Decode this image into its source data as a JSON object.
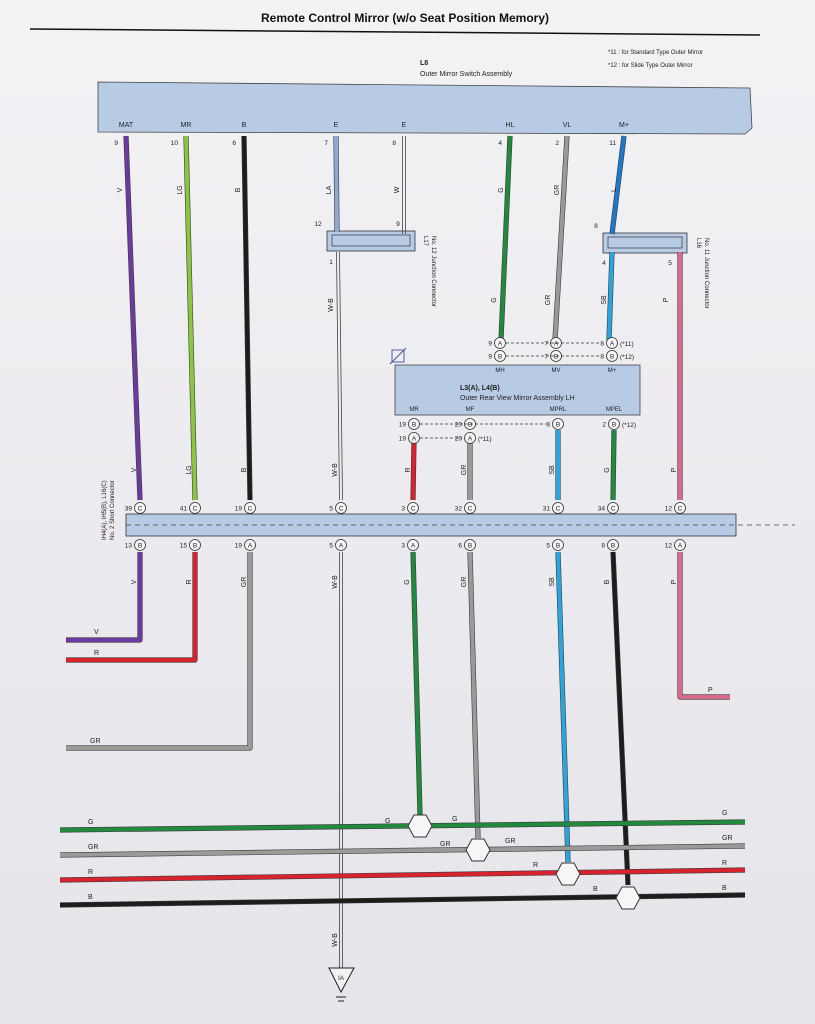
{
  "title": "Remote Control Mirror (w/o Seat Position Memory)",
  "notes": [
    "*11 : for Standard Type Outer Mirror",
    "*12 : for Slide Type Outer Mirror"
  ],
  "switch_assembly": {
    "code": "L8",
    "name": "Outer Mirror Switch Assembly",
    "terminals": [
      {
        "name": "MAT",
        "pin": "9",
        "wire": "V"
      },
      {
        "name": "MR",
        "pin": "10",
        "wire": "LG"
      },
      {
        "name": "B",
        "pin": "6",
        "wire": "B"
      },
      {
        "name": "E",
        "pin": "7",
        "wire": "LA"
      },
      {
        "name": "E",
        "pin": "8",
        "wire": "W"
      },
      {
        "name": "HL",
        "pin": "4",
        "wire": "G"
      },
      {
        "name": "VL",
        "pin": "2",
        "wire": "GR"
      },
      {
        "name": "M+",
        "pin": "11",
        "wire": "L"
      }
    ]
  },
  "junction_l17": {
    "code": "L17",
    "name": "No. 12 Junction Connector",
    "pins": [
      "12",
      "9",
      "1"
    ],
    "out_wire": "W-B"
  },
  "junction_l16": {
    "code": "L16",
    "name": "No. 11 Junction Connector",
    "pins": [
      "8",
      "4",
      "5"
    ],
    "wire_in": "SB",
    "wire_out": "P"
  },
  "mirror_assembly": {
    "code": "L3(A), L4(B)",
    "name": "Outer Rear View Mirror Assembly LH",
    "top_terminals": [
      "MH",
      "MV",
      "M+"
    ],
    "bottom_terminals": [
      "MR",
      "MF",
      "MPRL",
      "MPEL"
    ],
    "top_pins": [
      {
        "pin": "9",
        "conn": "A"
      },
      {
        "pin": "7",
        "conn": "A"
      },
      {
        "pin": "8",
        "conn": "A"
      },
      {
        "pin": "9",
        "conn": "B"
      },
      {
        "pin": "7",
        "conn": "B"
      },
      {
        "pin": "8",
        "conn": "B"
      }
    ],
    "top_notes": [
      "(*11)",
      "(*12)"
    ],
    "bottom_pins": [
      {
        "pin": "19",
        "conn": "B"
      },
      {
        "pin": "20",
        "conn": "B"
      },
      {
        "pin": "3",
        "conn": "B"
      },
      {
        "pin": "2",
        "conn": "B"
      },
      {
        "pin": "19",
        "conn": "A"
      },
      {
        "pin": "20",
        "conn": "A"
      }
    ],
    "bottom_notes": [
      "(*12)",
      "(*11)"
    ],
    "top_wires": [
      "G",
      "GR",
      "SB"
    ],
    "bottom_wires": [
      "R",
      "GR",
      "SB",
      "G"
    ]
  },
  "short_connector": {
    "code": "IH4(A), IH5(B), L16(C)",
    "name": "No. 2 Short Connector",
    "top_pins": [
      {
        "pin": "39",
        "conn": "C"
      },
      {
        "pin": "41",
        "conn": "C"
      },
      {
        "pin": "19",
        "conn": "C"
      },
      {
        "pin": "5",
        "conn": "C"
      },
      {
        "pin": "3",
        "conn": "C"
      },
      {
        "pin": "32",
        "conn": "C"
      },
      {
        "pin": "31",
        "conn": "C"
      },
      {
        "pin": "34",
        "conn": "C"
      },
      {
        "pin": "12",
        "conn": "C"
      }
    ],
    "bottom_pins": [
      {
        "pin": "13",
        "conn": "B"
      },
      {
        "pin": "15",
        "conn": "B"
      },
      {
        "pin": "19",
        "conn": "A"
      },
      {
        "pin": "5",
        "conn": "A"
      },
      {
        "pin": "3",
        "conn": "A"
      },
      {
        "pin": "6",
        "conn": "B"
      },
      {
        "pin": "5",
        "conn": "B"
      },
      {
        "pin": "8",
        "conn": "B"
      },
      {
        "pin": "12",
        "conn": "A"
      }
    ],
    "top_wires": [
      "V",
      "LG",
      "B",
      "W-B",
      "R",
      "GR",
      "SB",
      "G",
      "P"
    ],
    "bottom_wires": [
      "V",
      "R",
      "GR",
      "W-B",
      "G",
      "GR",
      "SB",
      "B",
      "P"
    ]
  },
  "outputs": {
    "left_v": "V",
    "left_r": "R",
    "left_gr": "GR",
    "right_p": "P"
  },
  "bus_lines": {
    "left": [
      "G",
      "GR",
      "R",
      "B"
    ],
    "right": [
      "G",
      "GR",
      "R",
      "B"
    ],
    "splice": [
      "G",
      "G",
      "GR",
      "GR",
      "R",
      "B"
    ]
  },
  "ground": {
    "wire": "W-B",
    "code": "IA"
  },
  "colors": {
    "V": "#6b3aa0",
    "LG": "#8cc63e",
    "B": "#1d1d1d",
    "LA": "#8fa8d8",
    "W": "#ffffff",
    "G": "#218a3d",
    "GR": "#9a9a9a",
    "L": "#1f78c8",
    "SB": "#29a6de",
    "R": "#d8232f",
    "P": "#d96a8a",
    "WB": "#555555",
    "box": "#b7cbe4"
  }
}
